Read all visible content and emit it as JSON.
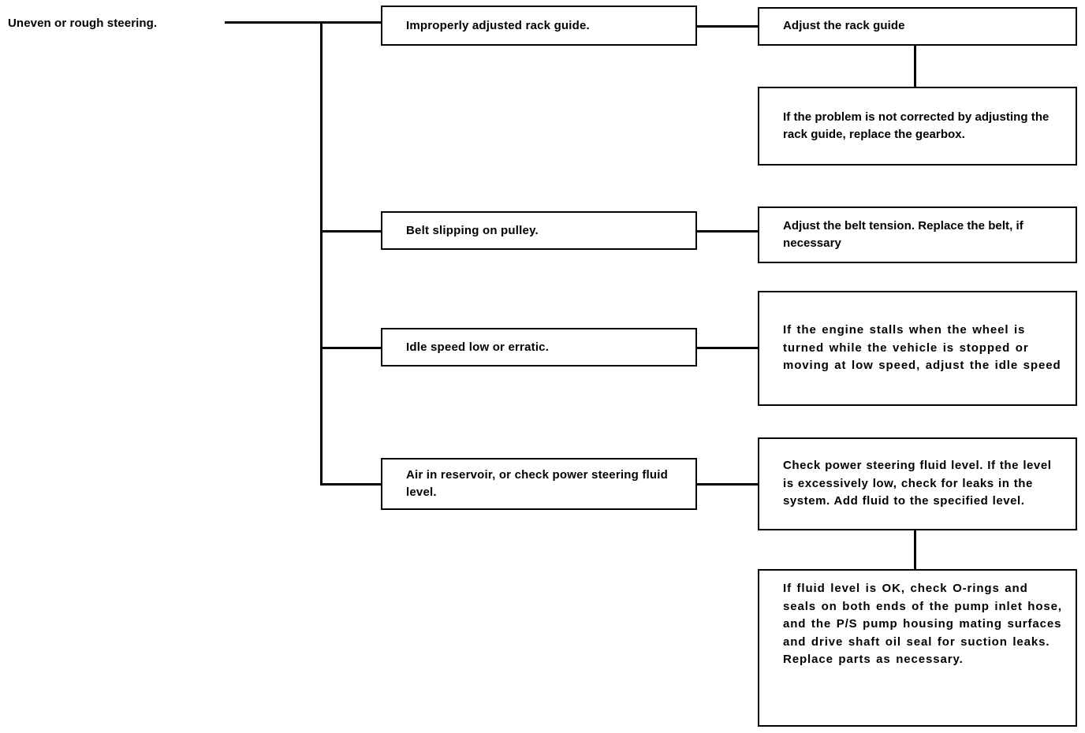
{
  "diagram": {
    "title": "Uneven or rough steering.",
    "type": "troubleshooting-flowchart",
    "colors": {
      "background": "#ffffff",
      "line": "#000000",
      "text": "#000000"
    },
    "branches": [
      {
        "cause": "Improperly adjusted rack guide.",
        "actions": [
          "Adjust the rack guide",
          "If the problem is not corrected by adjusting the rack guide, replace the gearbox."
        ]
      },
      {
        "cause": "Belt slipping on pulley.",
        "actions": [
          "Adjust the belt tension. Replace the belt, if necessary"
        ]
      },
      {
        "cause": "Idle speed low or erratic.",
        "actions": [
          "If the engine stalls when the wheel is turned while the vehicle is stopped or moving at low speed, adjust the idle speed"
        ]
      },
      {
        "cause": "Air in reservoir, or check power steering fluid level.",
        "actions": [
          "Check power steering fluid level. If the level is excessively low, check for leaks in the system. Add fluid to the specified level.",
          "If fluid level is OK, check O-rings and seals on both ends of the pump inlet hose, and the P/S pump housing mating surfaces and drive shaft oil seal for suction leaks. Replace parts as necessary."
        ]
      }
    ]
  }
}
